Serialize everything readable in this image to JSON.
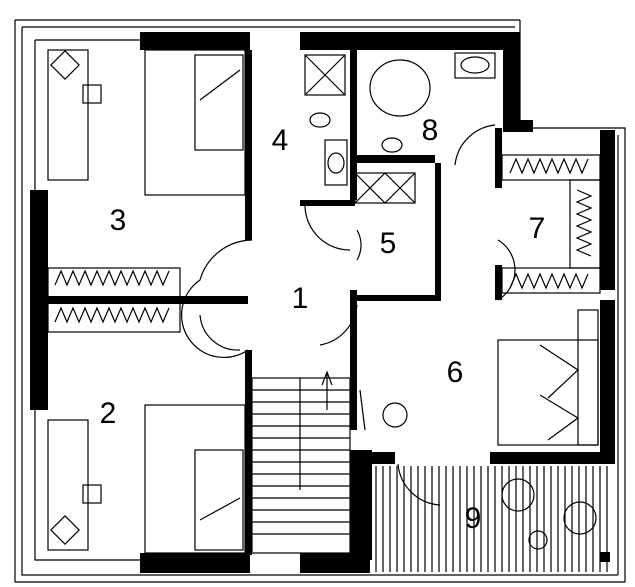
{
  "title": "Floor plan",
  "rooms": [
    {
      "number": "1"
    },
    {
      "number": "2"
    },
    {
      "number": "3"
    },
    {
      "number": "4"
    },
    {
      "number": "5"
    },
    {
      "number": "6"
    },
    {
      "number": "7"
    },
    {
      "number": "8"
    },
    {
      "number": "9"
    }
  ],
  "colors": {
    "wall": "#000000",
    "background": "#ffffff"
  }
}
